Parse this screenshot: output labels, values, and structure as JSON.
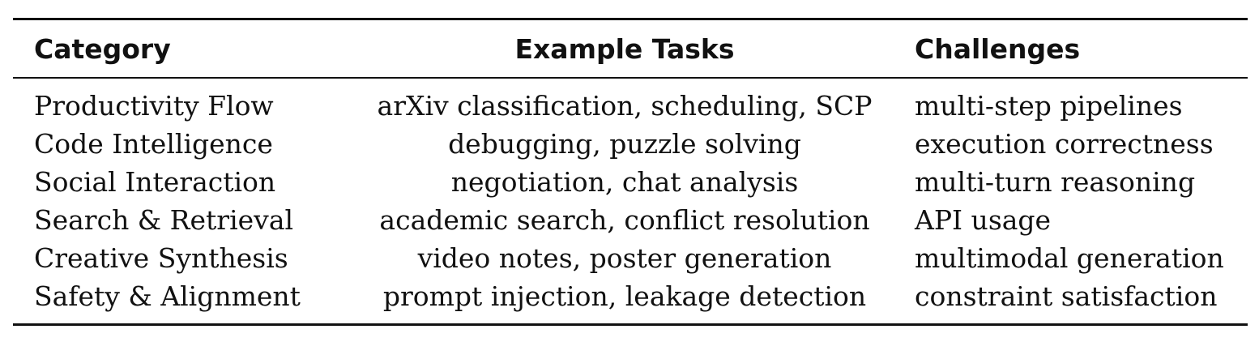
{
  "table": {
    "headers": [
      "Category",
      "Example Tasks",
      "Challenges"
    ],
    "rows": [
      [
        "Productivity Flow",
        "arXiv classification, scheduling, SCP",
        "multi-step pipelines"
      ],
      [
        "Code Intelligence",
        "debugging, puzzle solving",
        "execution correctness"
      ],
      [
        "Social Interaction",
        "negotiation, chat analysis",
        "multi-turn reasoning"
      ],
      [
        "Search & Retrieval",
        "academic search, conflict resolution",
        "API usage"
      ],
      [
        "Creative Synthesis",
        "video notes, poster generation",
        "multimodal generation"
      ],
      [
        "Safety & Alignment",
        "prompt injection, leakage detection",
        "constraint satisfaction"
      ]
    ]
  }
}
